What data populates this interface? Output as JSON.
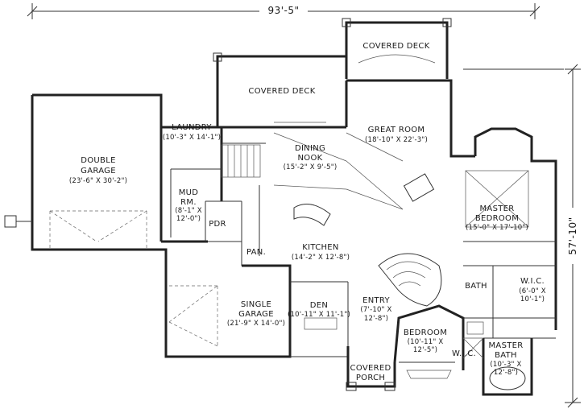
{
  "dimensions": {
    "overall_width": "93'-5\"",
    "overall_depth": "57'-10\""
  },
  "rooms": {
    "covered_deck_upper": {
      "name": "COVERED DECK"
    },
    "covered_deck_left": {
      "name": "COVERED DECK"
    },
    "laundry": {
      "name": "LAUNDRY",
      "size": "(10'-3\" X 14'-1\")"
    },
    "double_garage": {
      "name_line1": "DOUBLE",
      "name_line2": "GARAGE",
      "size": "(23'-6\" X 30'-2\")"
    },
    "dining_nook": {
      "name_line1": "DINING",
      "name_line2": "NOOK",
      "size": "(15'-2\" X 9'-5\")"
    },
    "great_room": {
      "name": "GREAT ROOM",
      "size": "(18'-10\" X 22'-3\")"
    },
    "mud_room": {
      "name_line1": "MUD",
      "name_line2": "RM.",
      "size_line1": "(8'-1\" X",
      "size_line2": "12'-0\")"
    },
    "pdr": {
      "name": "PDR"
    },
    "master_bedroom": {
      "name_line1": "MASTER",
      "name_line2": "BEDROOM",
      "size": "(15'-0\" X 17'-10\")"
    },
    "pan": {
      "name": "PAN."
    },
    "kitchen": {
      "name": "KITCHEN",
      "size": "(14'-2\" X 12'-8\")"
    },
    "bath": {
      "name": "BATH"
    },
    "wic_master": {
      "name": "W.I.C.",
      "size_line1": "(6'-0\" X",
      "size_line2": "10'-1\")"
    },
    "single_garage": {
      "name_line1": "SINGLE",
      "name_line2": "GARAGE",
      "size": "(21'-9\" X 14'-0\")"
    },
    "den": {
      "name": "DEN",
      "size": "(10'-11\" X 11'-1\")"
    },
    "entry": {
      "name": "ENTRY",
      "size_line1": "(7'-10\" X",
      "size_line2": "12'-8\")"
    },
    "bedroom": {
      "name": "BEDROOM",
      "size_line1": "(10'-11\" X",
      "size_line2": "12'-5\")"
    },
    "wic_small": {
      "name": "W.I.C."
    },
    "master_bath": {
      "name_line1": "MASTER",
      "name_line2": "BATH",
      "size_line1": "(10'-3\" X",
      "size_line2": "12'-8\")"
    },
    "covered_porch": {
      "name_line1": "COVERED",
      "name_line2": "PORCH"
    }
  }
}
